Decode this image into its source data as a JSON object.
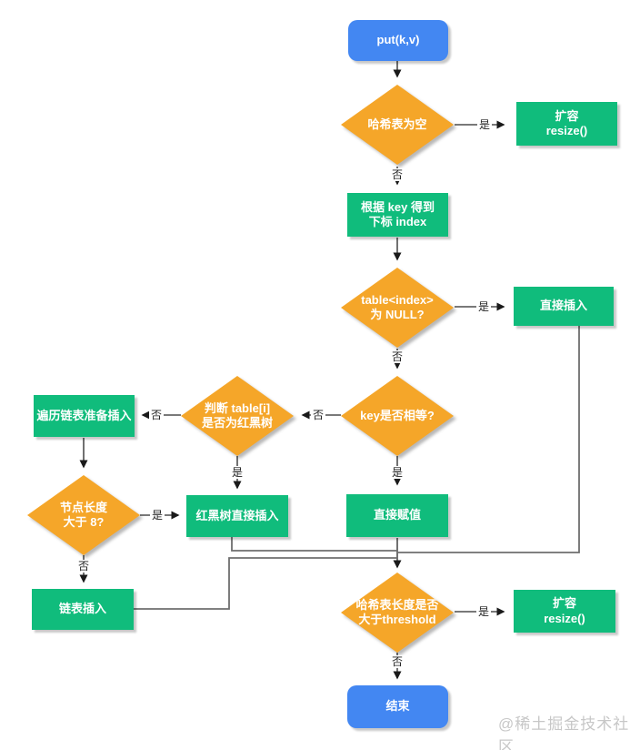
{
  "flowchart": {
    "nodes": {
      "start": "put(k,v)",
      "hash_empty": "哈希表为空",
      "resize_top": "扩容\nresize()",
      "compute_index": "根据 key 得到\n下标 index",
      "table_null": "table<index>\n为 NULL?",
      "insert_direct": "直接插入",
      "key_equal": "key是否相等?",
      "is_rbtree": "判断 table[i]\n是否为红黑树",
      "traverse_list": "遍历链表准备插入",
      "assign_direct": "直接赋值",
      "rbtree_insert": "红黑树直接插入",
      "node_len_gt8": "节点长度\n大于 8?",
      "list_insert": "链表插入",
      "len_gt_threshold": "哈希表长度是否\n大于threshold",
      "resize_bottom": "扩容\nresize()",
      "end": "结束"
    },
    "labels": {
      "yes": "是",
      "no": "否"
    },
    "watermark": "@稀土掘金技术社区",
    "colors": {
      "terminator_blue": "#4387f2",
      "process_green": "#10bc7c",
      "decision_orange": "#f5a629",
      "edge_gray": "#4d4d4d"
    }
  }
}
